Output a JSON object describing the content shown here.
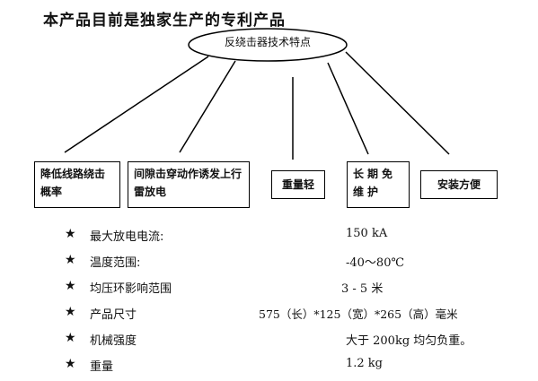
{
  "title": "本产品目前是独家生产的专利产品",
  "diagram": {
    "center": "反绕击器技术特点",
    "features": [
      {
        "text": "降低线路绕击概率"
      },
      {
        "text": "间隙击穿动作诱发上行雷放电"
      },
      {
        "text": "重量轻"
      },
      {
        "text": "长期免维护"
      },
      {
        "text": "安装方便"
      }
    ]
  },
  "specs": [
    {
      "marker": "★",
      "label": "最大放电电流:",
      "value": "150 kA"
    },
    {
      "marker": "★",
      "label": "温度范围:",
      "value": "-40～80℃"
    },
    {
      "marker": "★",
      "label": "均压环影响范围",
      "value": "3 - 5 米"
    },
    {
      "marker": "★",
      "label": "产品尺寸",
      "value": "575（长）*125（宽）*265（高）毫米"
    },
    {
      "marker": "★",
      "label": "机械强度",
      "value": "大于 200kg  均匀负重。"
    },
    {
      "marker": "★",
      "label": "重量",
      "value": "1.2 kg"
    }
  ]
}
